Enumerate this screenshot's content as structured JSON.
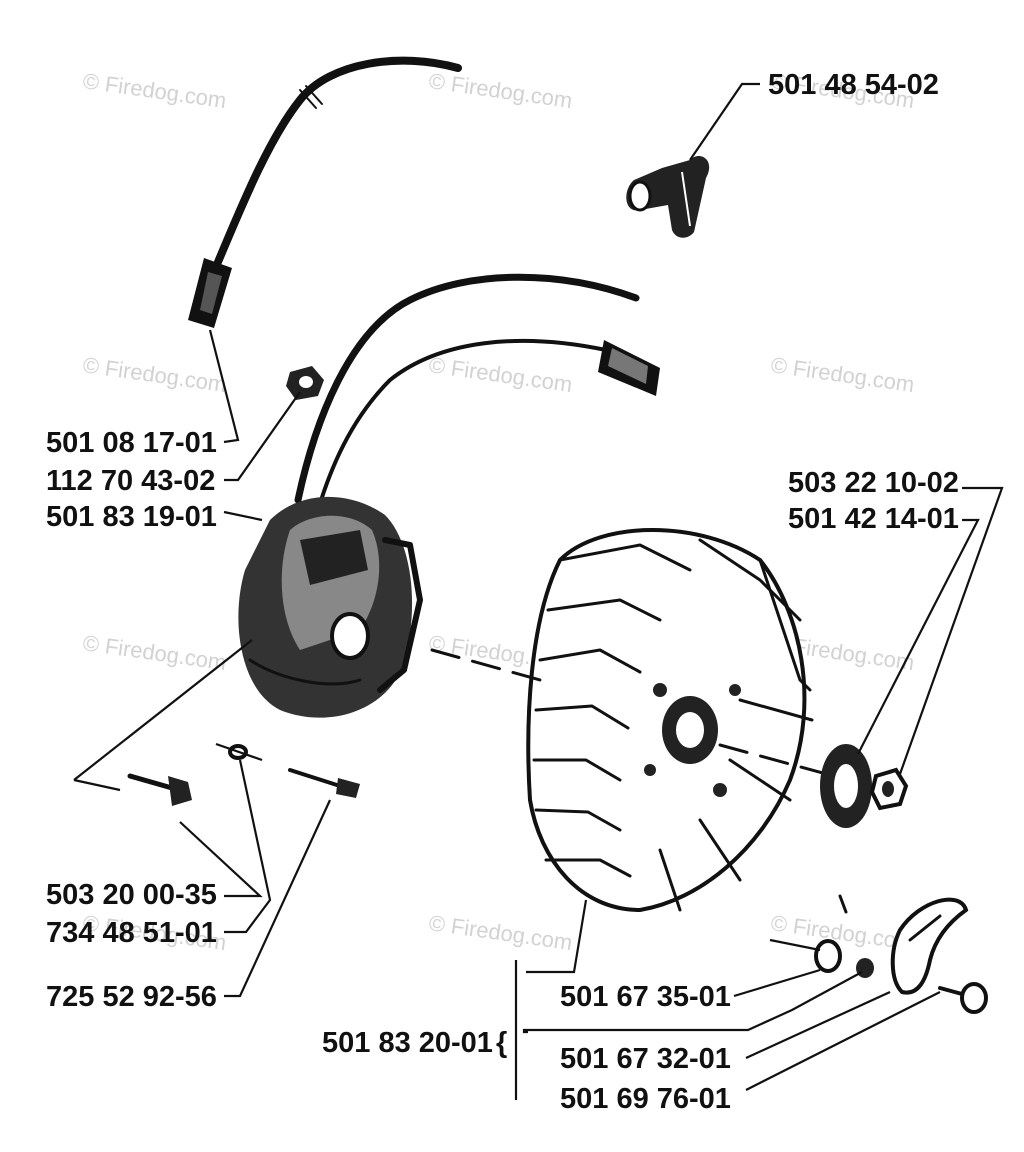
{
  "watermark": "© Firedog.com",
  "part_numbers": {
    "p1": "501 48 54-02",
    "p2": "501 08 17-01",
    "p3": "112 70 43-02",
    "p4": "501 83 19-01",
    "p5": "503 22 10-02",
    "p6": "501 42 14-01",
    "p7": "503 20 00-35",
    "p8": "734 48 51-01",
    "p9": "725 52 92-56",
    "p10": "501 67 35-01",
    "p11": "501 83 20-01",
    "p12": "501 67 32-01",
    "p13": "501 69 76-01"
  },
  "colors": {
    "ink": "#111111",
    "watermark": "#d2d2d2",
    "background": "#ffffff"
  }
}
